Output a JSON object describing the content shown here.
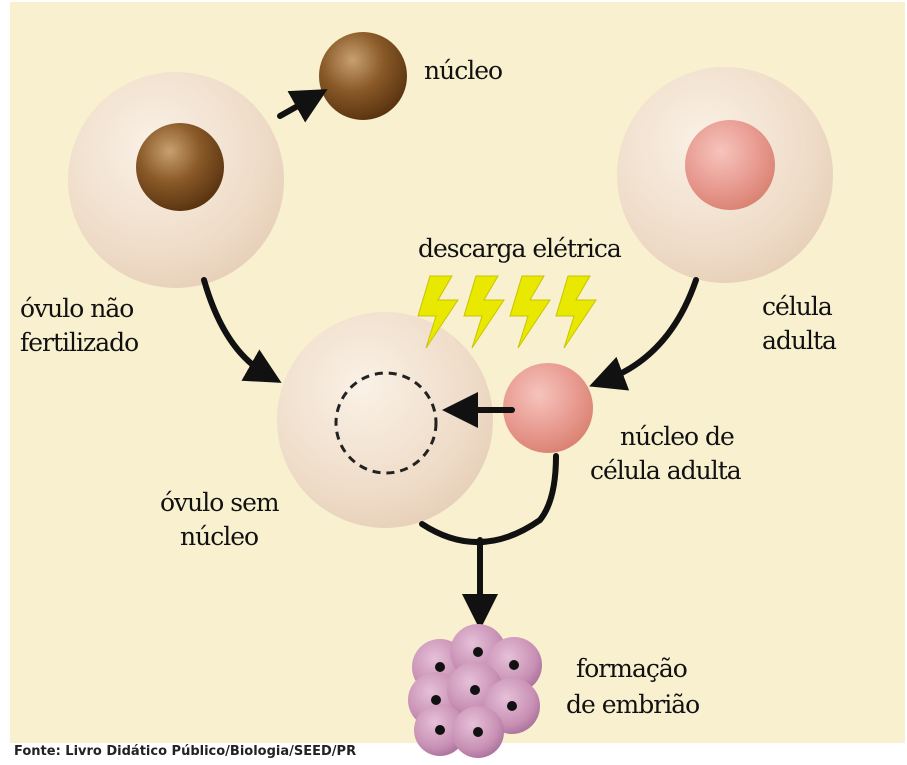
{
  "labels": {
    "nucleo": "núcleo",
    "ovulo_nao_fertilizado_1": "óvulo não",
    "ovulo_nao_fertilizado_2": "fertilizado",
    "descarga_eletrica": "descarga elétrica",
    "celula_adulta_1": "célula",
    "celula_adulta_2": "adulta",
    "nucleo_celula_adulta_1": "núcleo de",
    "nucleo_celula_adulta_2": "célula adulta",
    "ovulo_sem_nucleo_1": "óvulo sem",
    "ovulo_sem_nucleo_2": "núcleo",
    "formacao_embriao_1": "formação",
    "formacao_embriao_2": "de embrião"
  },
  "source": "Fonte: Livro Didático Público/Biologia/SEED/PR",
  "colors": {
    "background": "#f8f0cf",
    "cell": "#f1e0cc",
    "egg_nucleus": "#8a5a28",
    "adult_nucleus": "#e89a90",
    "lightning": "#e8e800",
    "embryo_cell": "#c890b4"
  }
}
